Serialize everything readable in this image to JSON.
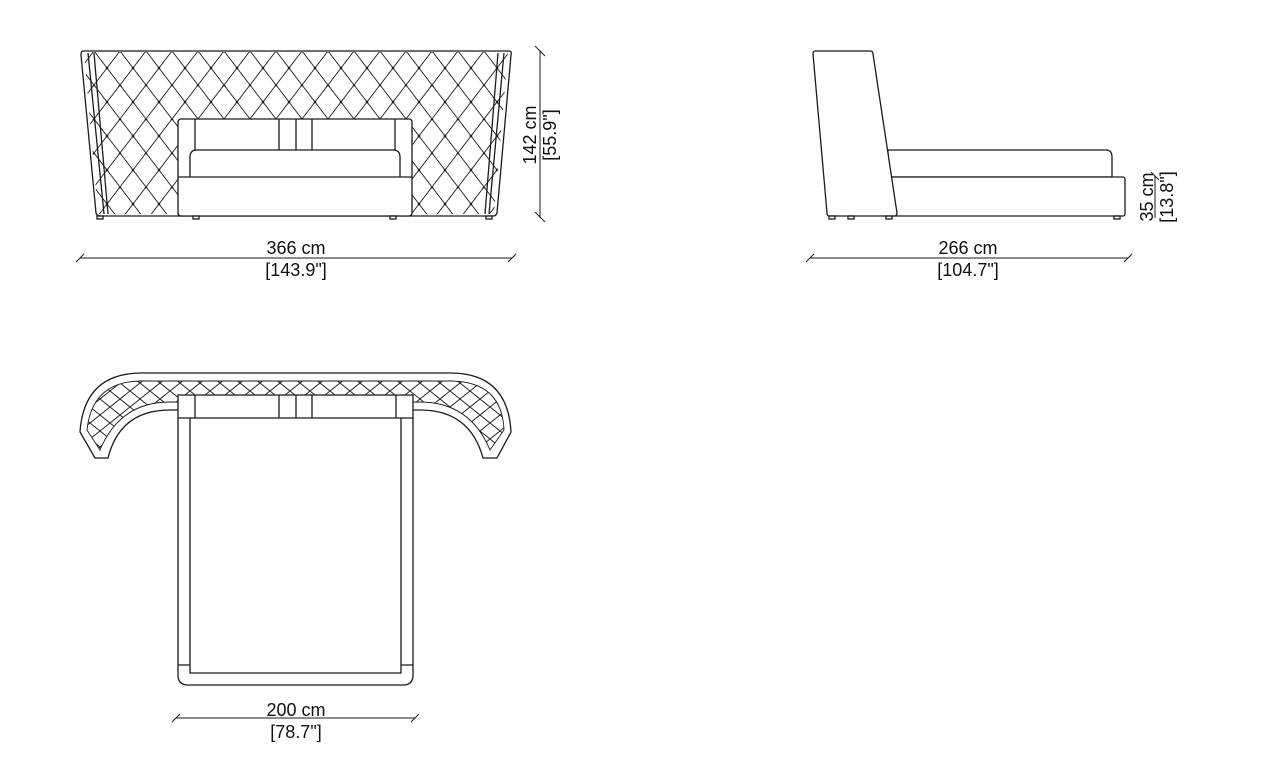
{
  "front_view": {
    "width_label": "366 cm",
    "width_label_in": "[143.9\"]",
    "height_label": "142 cm",
    "height_label_in": "[55.9\"]"
  },
  "side_view": {
    "length_label": "266 cm",
    "length_label_in": "[104.7\"]",
    "base_height_label": "35 cm",
    "base_height_label_in": "[13.8\"]"
  },
  "top_view": {
    "width_label": "200 cm",
    "width_label_in": "[78.7\"]"
  },
  "colors": {
    "line": "#1a1a1a",
    "background": "#ffffff"
  }
}
